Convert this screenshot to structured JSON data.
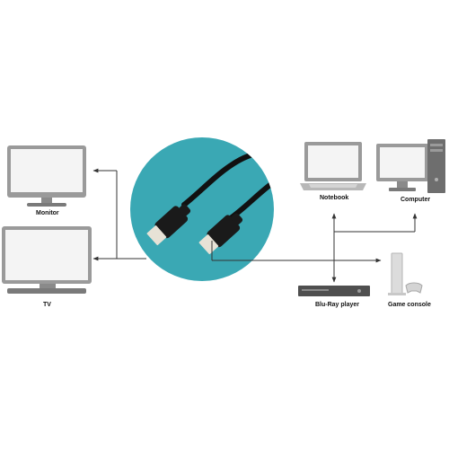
{
  "colors": {
    "circle": "#3aa8b4",
    "cable": "#111111",
    "connector_metal": "#e7e2d6",
    "line": "#333333",
    "screen": "#f4f4f4",
    "device_gray": "#9a9a9a"
  },
  "devices": {
    "monitor": {
      "label": "Monitor",
      "icon": "monitor-icon"
    },
    "tv": {
      "label": "TV",
      "icon": "tv-icon"
    },
    "notebook": {
      "label": "Notebook",
      "icon": "notebook-icon"
    },
    "computer": {
      "label": "Computer",
      "icon": "computer-icon"
    },
    "bluray": {
      "label": "Blu-Ray player",
      "icon": "bluray-player-icon"
    },
    "console": {
      "label": "Game console",
      "icon": "game-console-icon"
    }
  }
}
